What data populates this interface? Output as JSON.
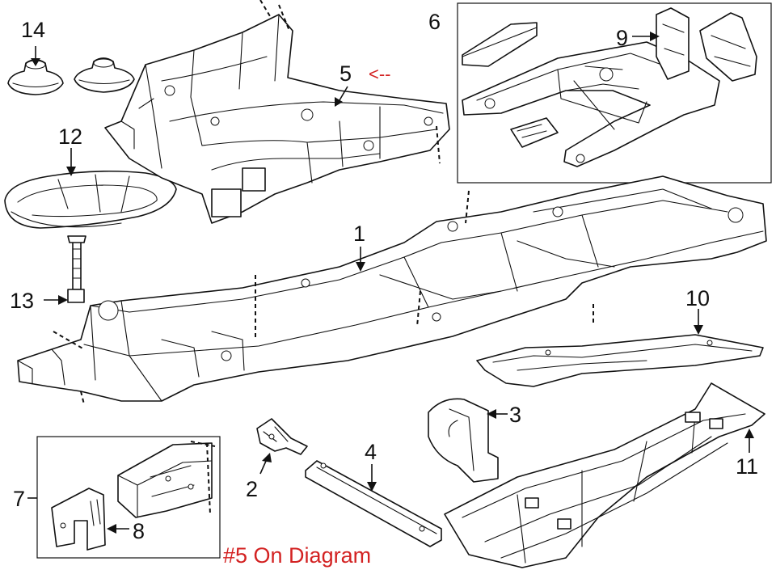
{
  "callouts": {
    "c1": "1",
    "c2": "2",
    "c3": "3",
    "c4": "4",
    "c5": "5",
    "c6": "6",
    "c7": "7",
    "c8": "8",
    "c9": "9",
    "c10": "10",
    "c11": "11",
    "c12": "12",
    "c13": "13",
    "c14": "14"
  },
  "pointer_text": "<--",
  "caption": "#5 On Diagram",
  "colors": {
    "line": "#111111",
    "highlight": "#d32222",
    "background": "#ffffff"
  }
}
